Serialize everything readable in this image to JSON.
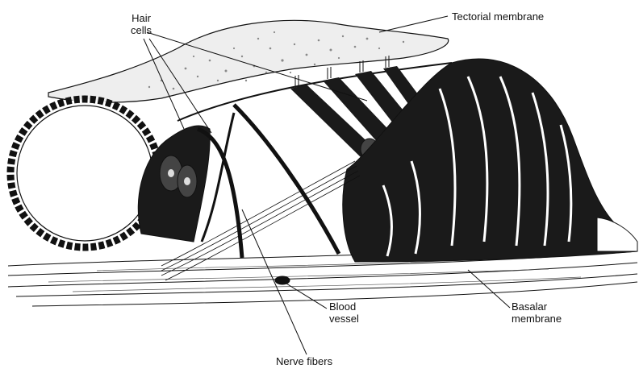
{
  "labels": {
    "hair_cells_line1": "Hair",
    "hair_cells_line2": "cells",
    "tectorial_membrane": "Tectorial membrane",
    "blood_vessel_line1": "Blood",
    "blood_vessel_line2": "vessel",
    "basalar_membrane_line1": "Basalar",
    "basalar_membrane_line2": "membrane",
    "nerve_fibers": "Nerve fibers"
  },
  "colors": {
    "ink": "#111111",
    "tissue_dark": "#1a1a1a",
    "stipple": "#8a8a8a",
    "paper": "#ffffff"
  }
}
